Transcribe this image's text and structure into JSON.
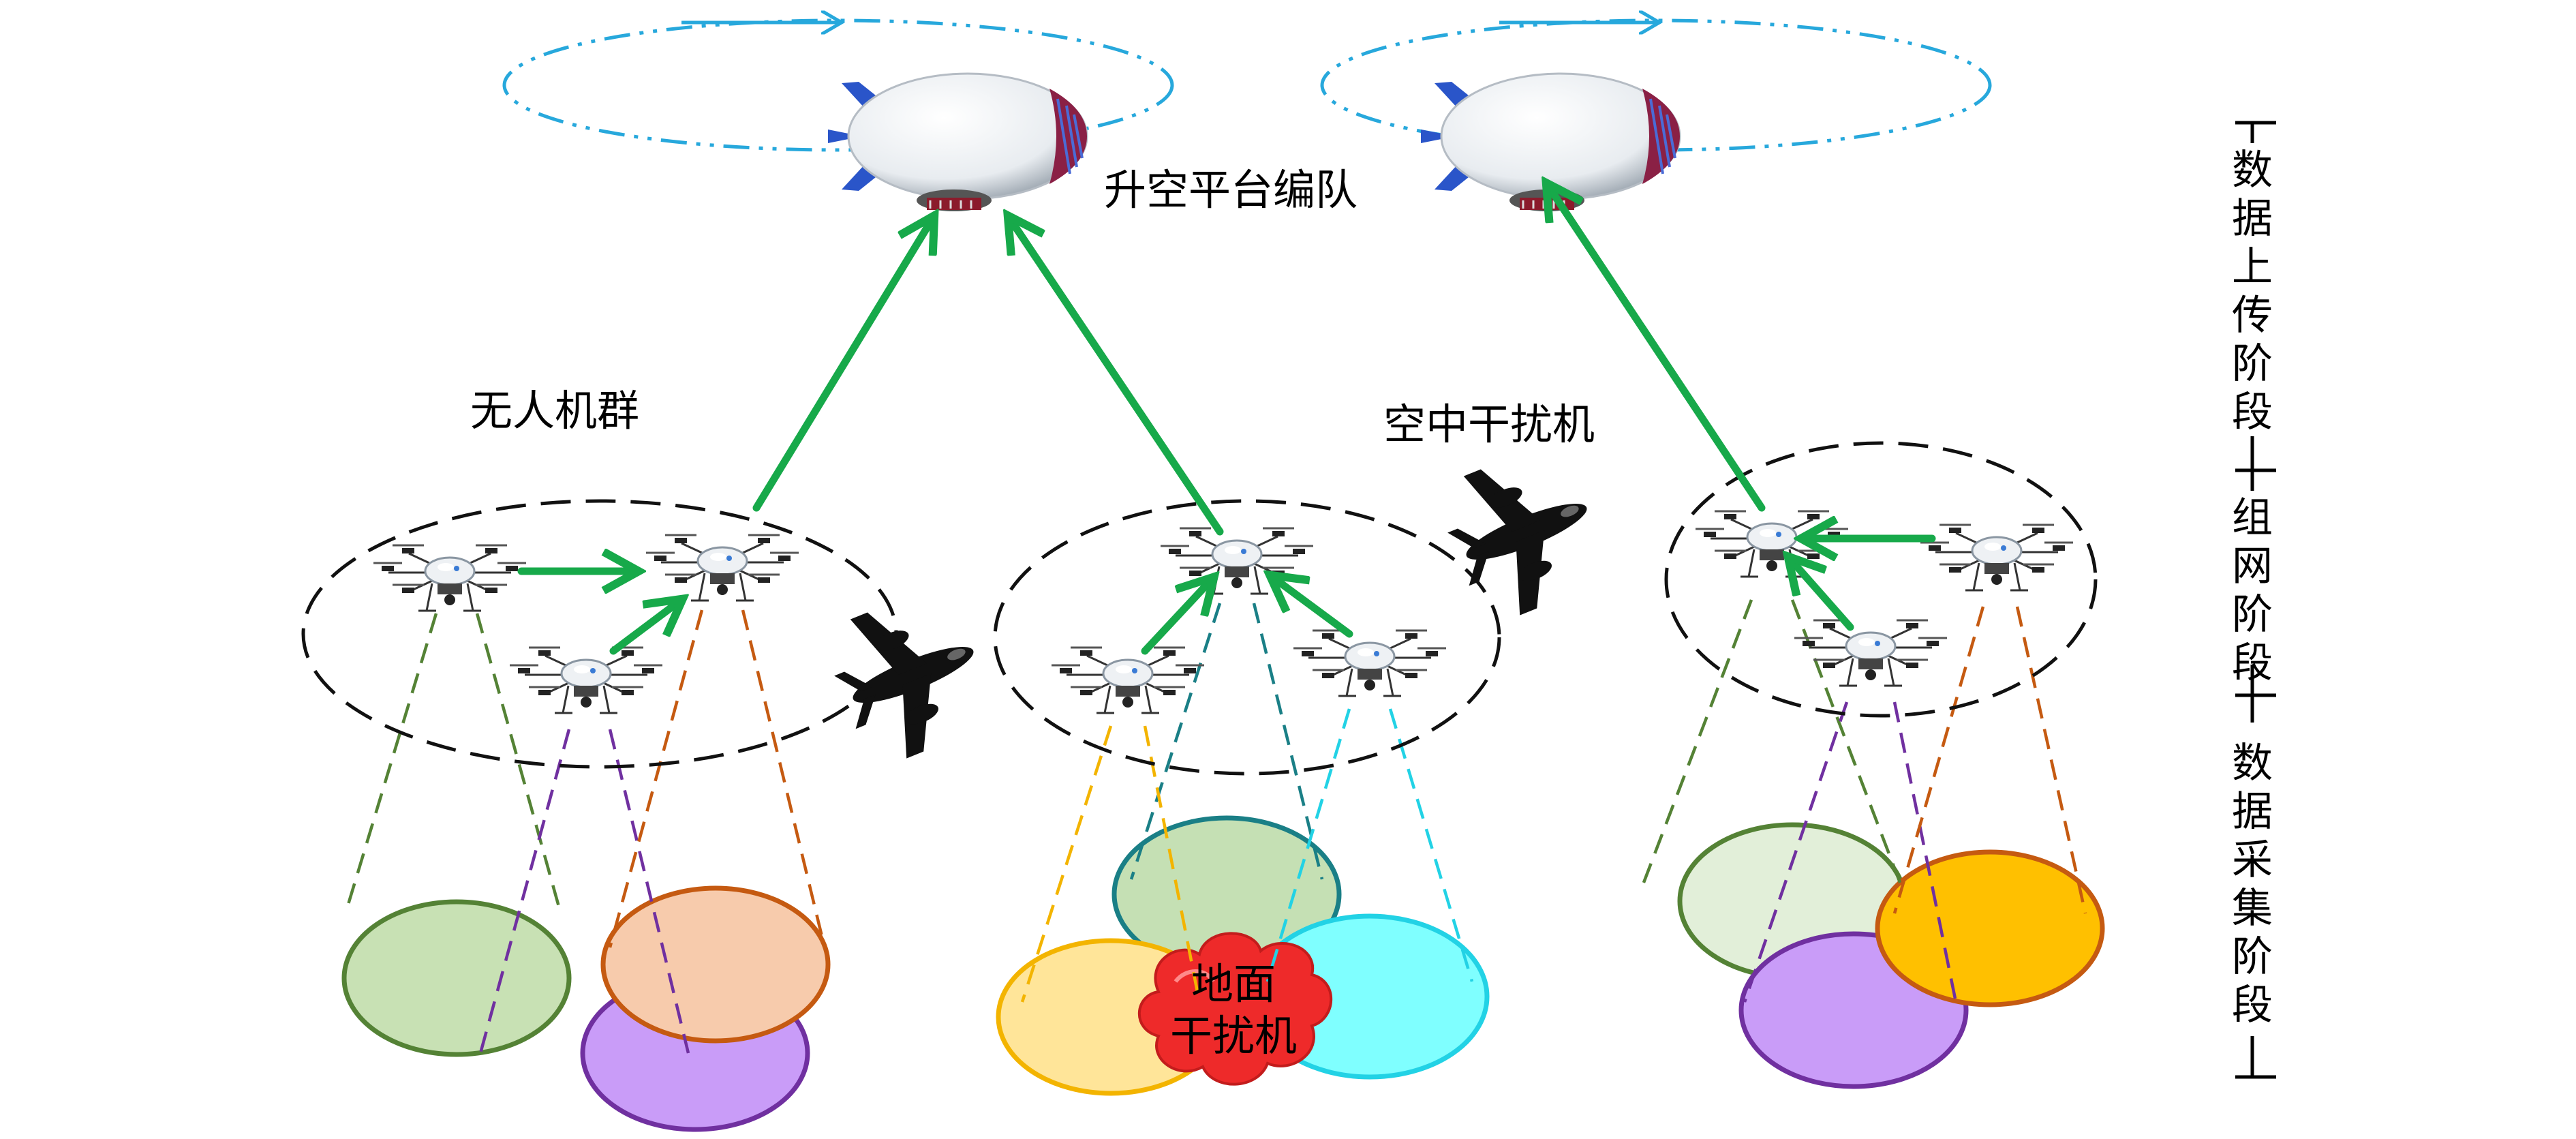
{
  "labels": {
    "platform_formation": "升空平台编队",
    "uav_swarm": "无人机群",
    "air_jammer": "空中干扰机",
    "ground_jammer_line1": "地面",
    "ground_jammer_line2": "干扰机"
  },
  "phases": {
    "upload": "数据上传阶段",
    "networking": "组网阶段",
    "collection": "数据采集阶段"
  },
  "colors": {
    "arrow_green": "#17a94a",
    "orbit_blue": "#27a8dc",
    "cloud_red": "#ee2a2a"
  },
  "icons": [
    "airship-icon",
    "drone-icon",
    "jammer-plane-icon",
    "cloud-icon"
  ]
}
